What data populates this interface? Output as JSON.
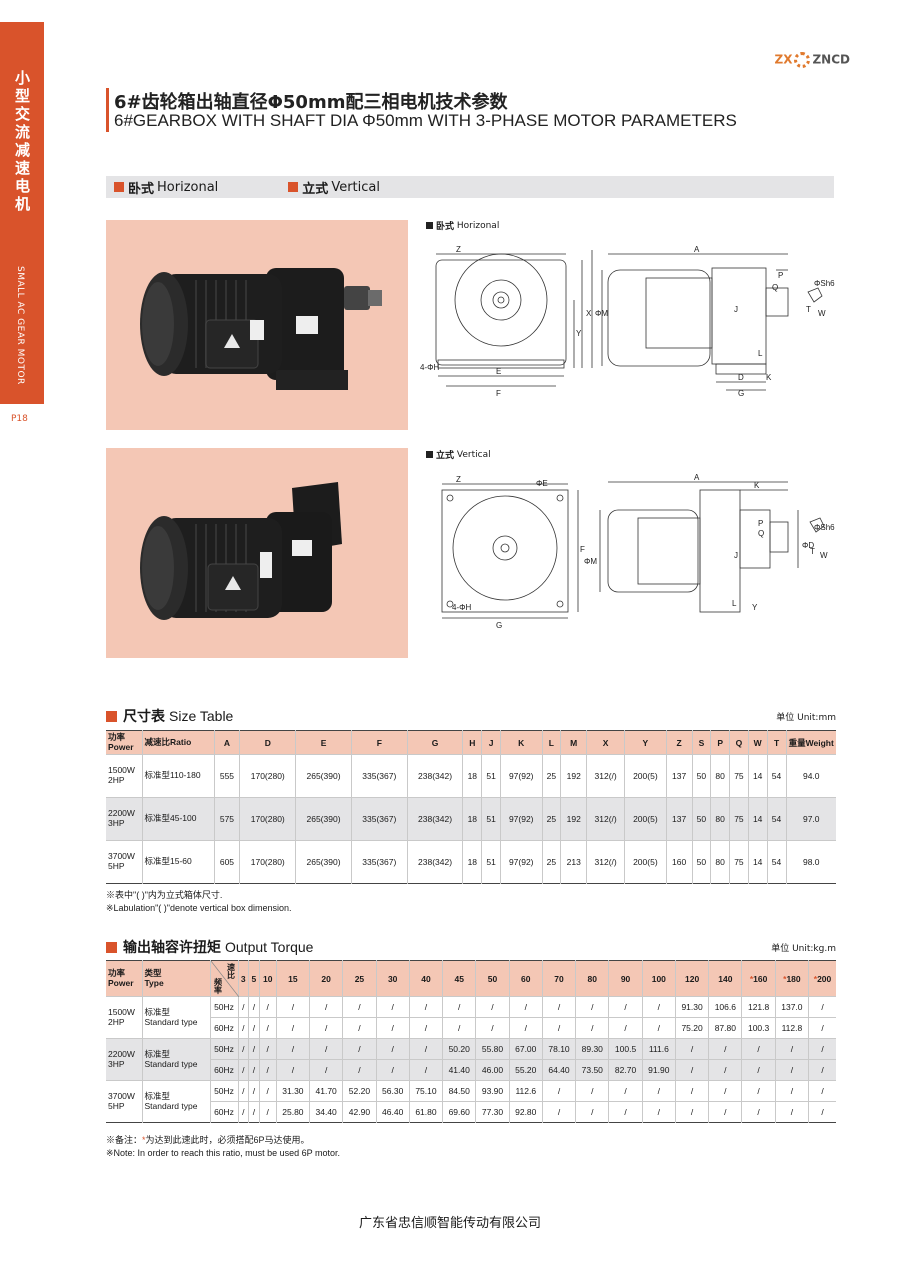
{
  "side": {
    "cn": "小型交流减速电机",
    "en": "SMALL AC GEAR MOTOR",
    "page": "P18"
  },
  "logo": {
    "pre": "ZX",
    "post": "ZNCD"
  },
  "title": {
    "cn": "6#齿轮箱出轴直径Φ50mm配三相电机技术参数",
    "en": "6#GEARBOX WITH SHAFT DIA Φ50mm WITH 3-PHASE MOTOR PARAMETERS"
  },
  "mount": {
    "horizontal_cn": "卧式",
    "horizontal_en": "Horizonal",
    "vertical_cn": "立式",
    "vertical_en": "Vertical"
  },
  "drawings": {
    "horizontal_label_cn": "卧式",
    "horizontal_label_en": "Horizonal",
    "vertical_label_cn": "立式",
    "vertical_label_en": "Vertical"
  },
  "size_table": {
    "title_cn": "尺寸表",
    "title_en": "Size Table",
    "unit": "单位 Unit:mm",
    "h_power_cn": "功率",
    "h_power_en": "Power",
    "h_ratio_cn": "减速比",
    "h_ratio_en": "Ratio",
    "columns": [
      "A",
      "D",
      "E",
      "F",
      "G",
      "H",
      "J",
      "K",
      "L",
      "M",
      "X",
      "Y",
      "Z",
      "S",
      "P",
      "Q",
      "W",
      "T"
    ],
    "h_weight_cn": "重量",
    "h_weight_en": "Weight",
    "rows": [
      {
        "power_w": "1500W",
        "power_hp": "2HP",
        "ratio": "标准型110-180",
        "values": [
          "555",
          "170(280)",
          "265(390)",
          "335(367)",
          "238(342)",
          "18",
          "51",
          "97(92)",
          "25",
          "192",
          "312(/)",
          "200(5)",
          "137",
          "50",
          "80",
          "75",
          "14",
          "54"
        ],
        "weight": "94.0"
      },
      {
        "power_w": "2200W",
        "power_hp": "3HP",
        "ratio": "标准型45-100",
        "values": [
          "575",
          "170(280)",
          "265(390)",
          "335(367)",
          "238(342)",
          "18",
          "51",
          "97(92)",
          "25",
          "192",
          "312(/)",
          "200(5)",
          "137",
          "50",
          "80",
          "75",
          "14",
          "54"
        ],
        "weight": "97.0"
      },
      {
        "power_w": "3700W",
        "power_hp": "5HP",
        "ratio": "标准型15-60",
        "values": [
          "605",
          "170(280)",
          "265(390)",
          "335(367)",
          "238(342)",
          "18",
          "51",
          "97(92)",
          "25",
          "213",
          "312(/)",
          "200(5)",
          "160",
          "50",
          "80",
          "75",
          "14",
          "54"
        ],
        "weight": "98.0"
      }
    ],
    "note_cn": "※表中\"( )\"内为立式箱体尺寸.",
    "note_en": "※Labulation\"( )\"denote vertical box dimension."
  },
  "torque_table": {
    "title_cn": "输出轴容许扭矩",
    "title_en": "Output Torque",
    "unit": "单位 Unit:kg.m",
    "h_power_cn": "功率",
    "h_power_en": "Power",
    "h_type_cn": "类型",
    "h_type_en": "Type",
    "h_ratio": "速比",
    "h_freq": "频率",
    "ratios": [
      "3",
      "5",
      "10",
      "15",
      "20",
      "25",
      "30",
      "40",
      "45",
      "50",
      "60",
      "70",
      "80",
      "90",
      "100",
      "120",
      "140",
      "160",
      "180",
      "200"
    ],
    "starred": [
      "160",
      "180",
      "200"
    ],
    "groups": [
      {
        "power_w": "1500W",
        "power_hp": "2HP",
        "type_cn": "标准型",
        "type_en": "Standard type",
        "rows": [
          {
            "freq": "50Hz",
            "values": [
              "/",
              "/",
              "/",
              "/",
              "/",
              "/",
              "/",
              "/",
              "/",
              "/",
              "/",
              "/",
              "/",
              "/",
              "/",
              "91.30",
              "106.6",
              "121.8",
              "137.0",
              "/"
            ]
          },
          {
            "freq": "60Hz",
            "values": [
              "/",
              "/",
              "/",
              "/",
              "/",
              "/",
              "/",
              "/",
              "/",
              "/",
              "/",
              "/",
              "/",
              "/",
              "/",
              "75.20",
              "87.80",
              "100.3",
              "112.8",
              "/"
            ]
          }
        ]
      },
      {
        "power_w": "2200W",
        "power_hp": "3HP",
        "type_cn": "标准型",
        "type_en": "Standard type",
        "rows": [
          {
            "freq": "50Hz",
            "values": [
              "/",
              "/",
              "/",
              "/",
              "/",
              "/",
              "/",
              "/",
              "50.20",
              "55.80",
              "67.00",
              "78.10",
              "89.30",
              "100.5",
              "111.6",
              "/",
              "/",
              "/",
              "/",
              "/"
            ]
          },
          {
            "freq": "60Hz",
            "values": [
              "/",
              "/",
              "/",
              "/",
              "/",
              "/",
              "/",
              "/",
              "41.40",
              "46.00",
              "55.20",
              "64.40",
              "73.50",
              "82.70",
              "91.90",
              "/",
              "/",
              "/",
              "/",
              "/"
            ]
          }
        ]
      },
      {
        "power_w": "3700W",
        "power_hp": "5HP",
        "type_cn": "标准型",
        "type_en": "Standard type",
        "rows": [
          {
            "freq": "50Hz",
            "values": [
              "/",
              "/",
              "/",
              "31.30",
              "41.70",
              "52.20",
              "56.30",
              "75.10",
              "84.50",
              "93.90",
              "112.6",
              "/",
              "/",
              "/",
              "/",
              "/",
              "/",
              "/",
              "/",
              "/"
            ]
          },
          {
            "freq": "60Hz",
            "values": [
              "/",
              "/",
              "/",
              "25.80",
              "34.40",
              "42.90",
              "46.40",
              "61.80",
              "69.60",
              "77.30",
              "92.80",
              "/",
              "/",
              "/",
              "/",
              "/",
              "/",
              "/",
              "/",
              "/"
            ]
          }
        ]
      }
    ],
    "note_cn_pre": "※备注：",
    "note_star": "*",
    "note_cn_post": "为达到此速此时，必须搭配6P马达使用。",
    "note_en": "※Note: In order to reach this ratio, must be used 6P motor."
  },
  "footer": "广东省忠信顺智能传动有限公司",
  "colors": {
    "accent": "#d9532b",
    "pink": "#f4c7b5",
    "grey": "#e4e4e6"
  }
}
